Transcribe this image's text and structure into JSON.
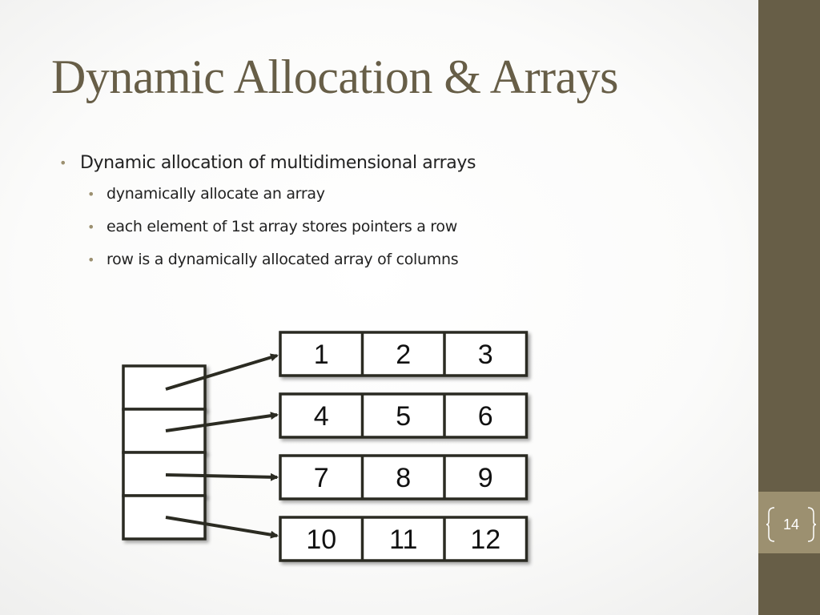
{
  "slide": {
    "title": "Dynamic Allocation & Arrays",
    "number": "14",
    "bullets": [
      {
        "text": "Dynamic allocation of multidimensional arrays",
        "sub": [
          "dynamically allocate an array",
          "each element of 1st array stores pointers a row",
          "row is a dynamically allocated array of columns"
        ]
      }
    ]
  },
  "theme": {
    "sidebar": "#675e47",
    "slide_number_box": "#9c9070",
    "title_color": "#675e47",
    "bullet_color": "#9c9070"
  },
  "diagram": {
    "pointer_array_size": 4,
    "rows": [
      [
        "1",
        "2",
        "3"
      ],
      [
        "4",
        "5",
        "6"
      ],
      [
        "7",
        "8",
        "9"
      ],
      [
        "10",
        "11",
        "12"
      ]
    ]
  }
}
